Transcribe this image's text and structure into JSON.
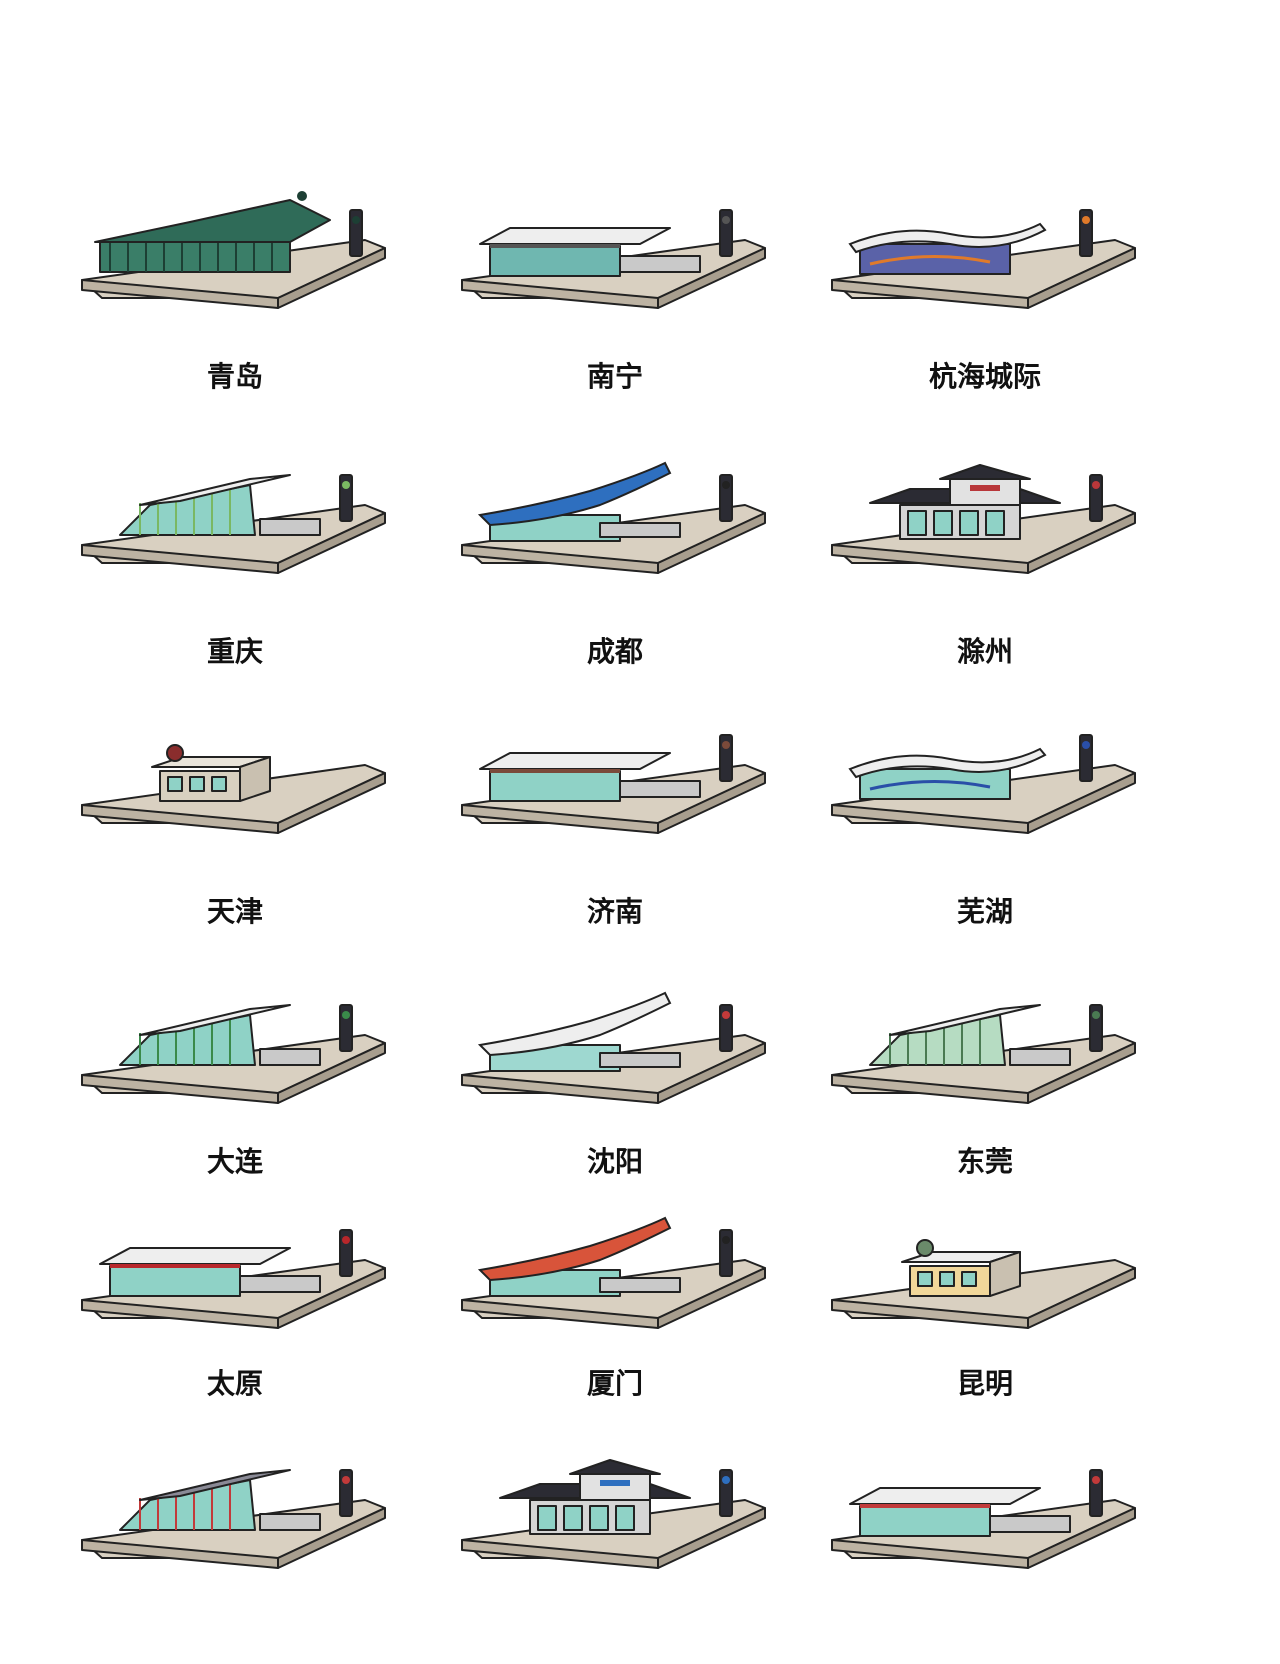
{
  "colors": {
    "base_top": "#d9d0c1",
    "base_front": "#bdb3a3",
    "base_side": "#a89e8e",
    "outline": "#222222",
    "glass": "#8fd2c6",
    "roof_light": "#ededed",
    "floor": "#c9c9c9"
  },
  "stations": [
    {
      "name": "青岛",
      "roof": "#2f6b58",
      "glass": "#3a7e68",
      "accent": "#1d3f34",
      "style": "pavilion"
    },
    {
      "name": "南宁",
      "roof": "#eeeeee",
      "glass": "#6fb7b0",
      "accent": "#555555",
      "style": "flat"
    },
    {
      "name": "杭海城际",
      "roof": "#eeeeee",
      "glass": "#5a62a8",
      "accent": "#e07a2a",
      "style": "wave"
    },
    {
      "name": "重庆",
      "roof": "#eeeeee",
      "glass": "#8fd2c6",
      "accent": "#7ab862",
      "style": "slope"
    },
    {
      "name": "成都",
      "roof": "#2e6fbf",
      "glass": "#8fd2c6",
      "accent": "#222222",
      "style": "curve"
    },
    {
      "name": "滁州",
      "roof": "#2b2b33",
      "glass": "#8fd2c6",
      "accent": "#b8373a",
      "style": "temple"
    },
    {
      "name": "天津",
      "roof": "#e9e4da",
      "glass": "#d8d0c0",
      "accent": "#8a2d2d",
      "style": "kiosk"
    },
    {
      "name": "济南",
      "roof": "#eeeeee",
      "glass": "#8fd2c6",
      "accent": "#7a4a3a",
      "style": "flat"
    },
    {
      "name": "芜湖",
      "roof": "#eeeeee",
      "glass": "#8fd2c6",
      "accent": "#2a4fa8",
      "style": "wave"
    },
    {
      "name": "大连",
      "roof": "#eeeeee",
      "glass": "#8fd2c6",
      "accent": "#3a8a4a",
      "style": "slope"
    },
    {
      "name": "沈阳",
      "roof": "#eeeeee",
      "glass": "#9ed8d0",
      "accent": "#c23a3a",
      "style": "curve"
    },
    {
      "name": "东莞",
      "roof": "#eeeeee",
      "glass": "#b6dcc2",
      "accent": "#4a7a52",
      "style": "slope"
    },
    {
      "name": "太原",
      "roof": "#eeeeee",
      "glass": "#8fd2c6",
      "accent": "#b8272b",
      "style": "flat"
    },
    {
      "name": "厦门",
      "roof": "#d8543a",
      "glass": "#8fd2c6",
      "accent": "#222222",
      "style": "curve"
    },
    {
      "name": "昆明",
      "roof": "#eeeeee",
      "glass": "#f1d79a",
      "accent": "#6a8a6a",
      "style": "kiosk"
    },
    {
      "name": "",
      "roof": "#8a8a96",
      "glass": "#8fd2c6",
      "accent": "#c23a3a",
      "style": "slope"
    },
    {
      "name": "",
      "roof": "#2b2b33",
      "glass": "#8fd2c6",
      "accent": "#2e6fbf",
      "style": "temple"
    },
    {
      "name": "",
      "roof": "#eeeeee",
      "glass": "#8fd2c6",
      "accent": "#c23a3a",
      "style": "flat"
    }
  ]
}
